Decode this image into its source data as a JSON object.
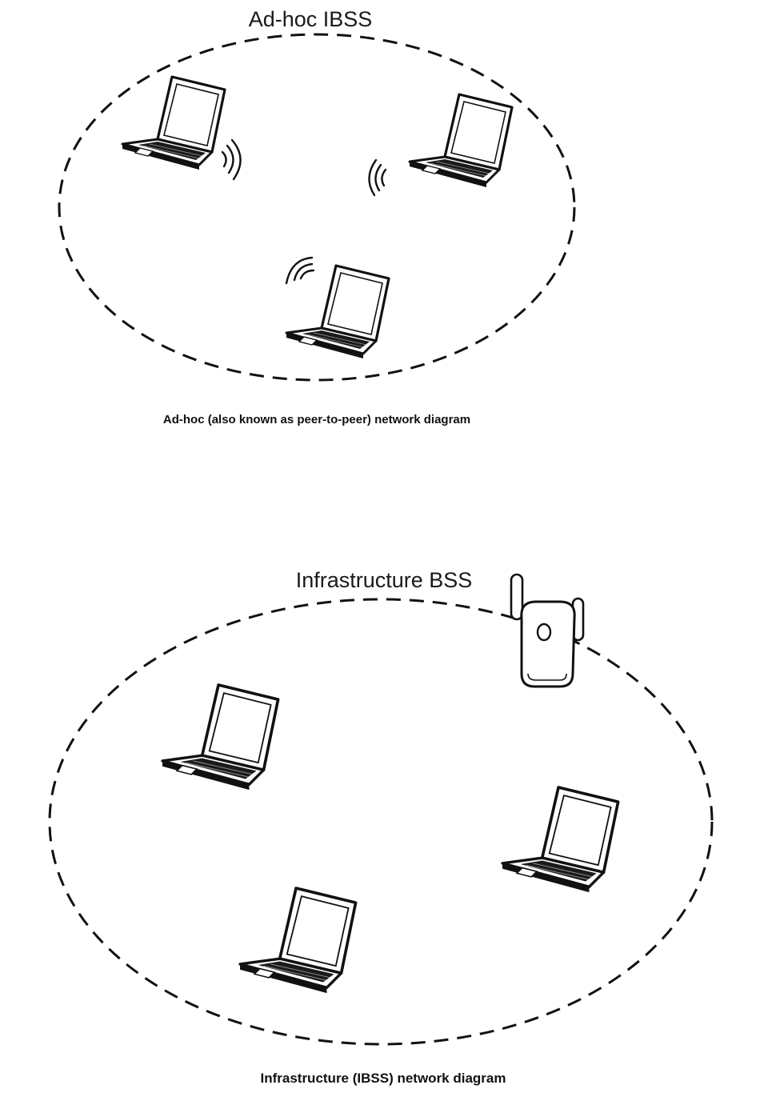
{
  "adhoc": {
    "title": "Ad-hoc IBSS",
    "caption": "Ad-hoc (also known as peer-to-peer) network diagram",
    "nodes": [
      "laptop",
      "laptop",
      "laptop"
    ],
    "signal_icon": "wifi-waves-icon"
  },
  "infrastructure": {
    "title": "Infrastructure BSS",
    "caption": "Infrastructure (IBSS) network diagram",
    "nodes": [
      "laptop",
      "laptop",
      "laptop"
    ],
    "access_point_icon": "access-point-icon"
  },
  "colors": {
    "line": "#111111",
    "screen": "#ffffff",
    "keyboard": "#1a1a1a"
  }
}
